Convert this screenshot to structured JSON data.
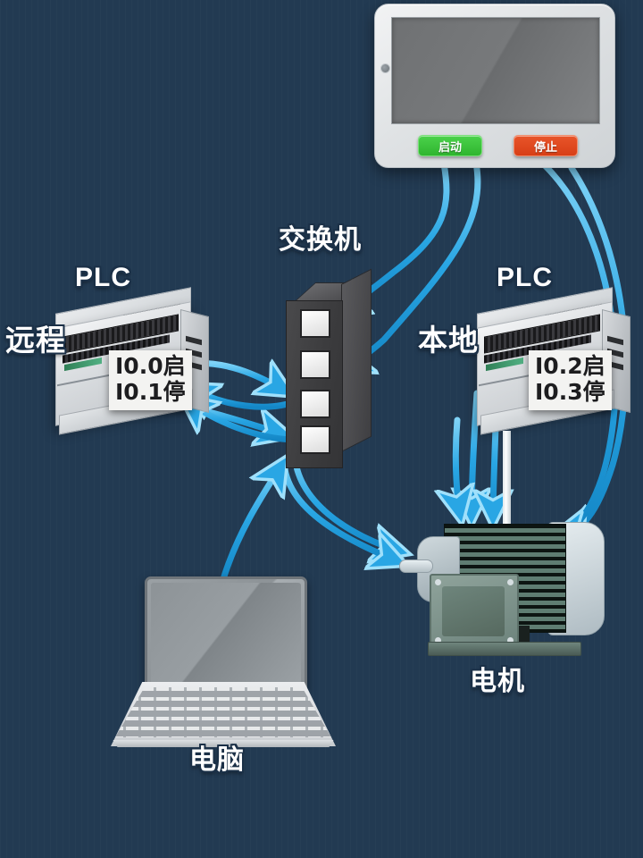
{
  "diagram": {
    "title_hidden": "",
    "background_color": "#2b4864",
    "accent_color": "#2aa8e6"
  },
  "tablet": {
    "name": "touch-panel",
    "start_button": "启动",
    "stop_button": "停止",
    "start_color": "#34b834",
    "stop_color": "#d83e16"
  },
  "plc_remote": {
    "title": "PLC",
    "location_label": "远程",
    "tag_line1": "I0.0启",
    "tag_line2": "I0.1停"
  },
  "plc_local": {
    "title": "PLC",
    "location_label": "本地",
    "tag_line1": "I0.2启",
    "tag_line2": "I0.3停"
  },
  "network_switch": {
    "title": "交换机",
    "port_count": 4
  },
  "motor": {
    "title": "电机"
  },
  "computer": {
    "title": "电脑"
  }
}
